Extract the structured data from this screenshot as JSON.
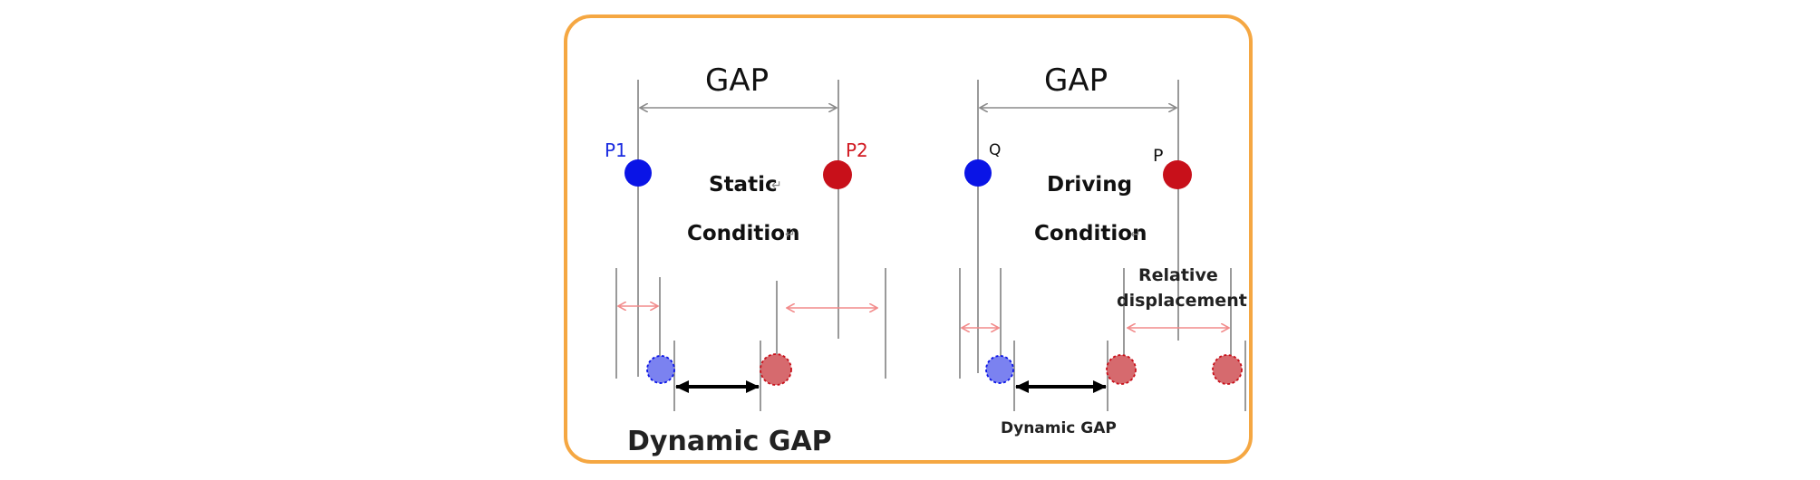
{
  "colors": {
    "frame_border": "#f5a742",
    "blue_point": "#0a14e6",
    "red_point": "#c8101a",
    "blue_ghost": "#7b82f0",
    "red_ghost": "#d66a6e",
    "pink_arrow": "#f28b8b",
    "gray_line": "#9a9a9a"
  },
  "left_panel": {
    "gap_label": "GAP",
    "point_left_label": "P1",
    "point_right_label": "P2",
    "condition_line1": "Static",
    "condition_line2": "Condition",
    "dynamic_gap_label": "Dynamic GAP"
  },
  "right_panel": {
    "gap_label": "GAP",
    "point_left_label": "Q",
    "point_right_label": "P",
    "condition_line1": "Driving",
    "condition_line2": "Condition",
    "relative_line1": "Relative",
    "relative_line2": "displacement",
    "dynamic_gap_label": "Dynamic GAP"
  },
  "return_mark": "↵"
}
